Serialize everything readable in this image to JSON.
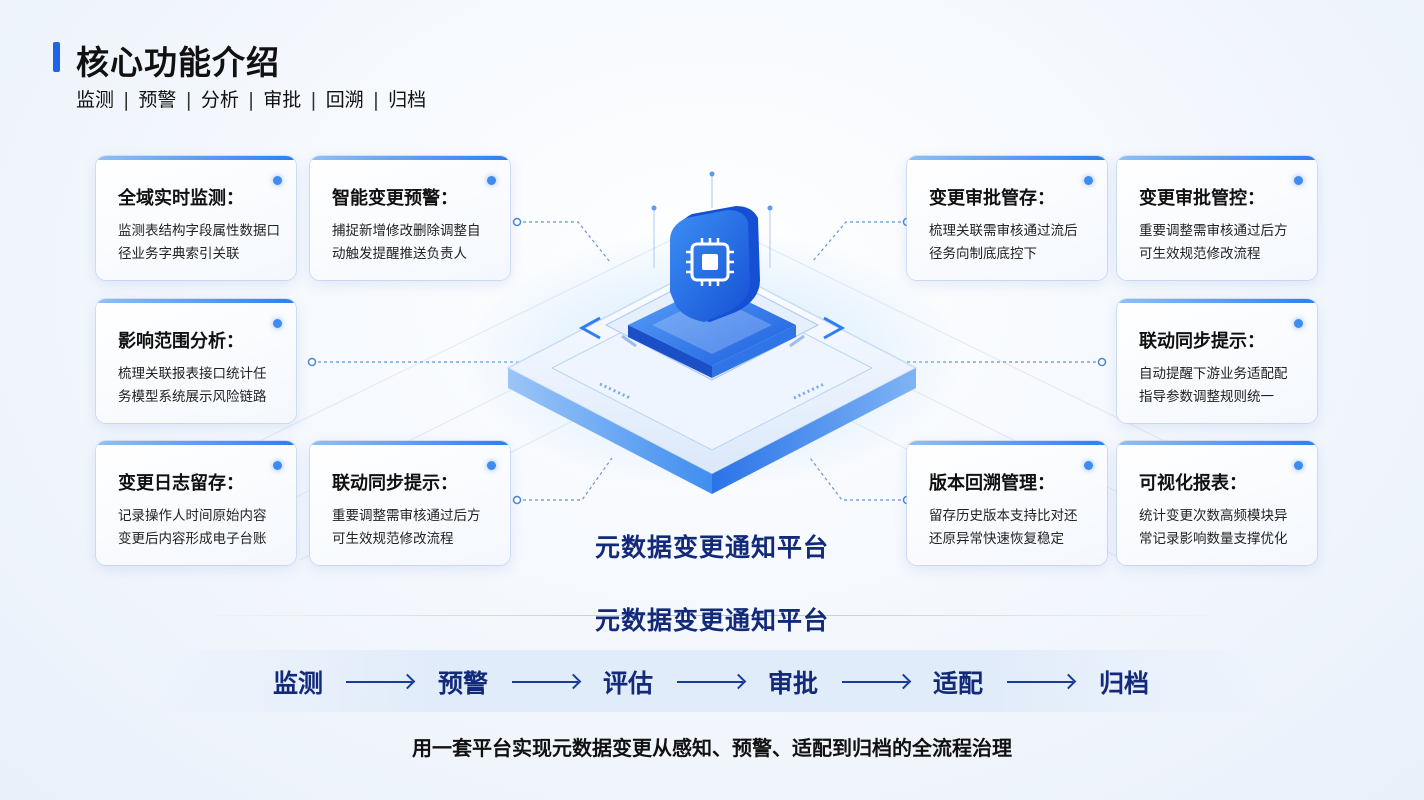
{
  "header": {
    "title": "核心功能介绍",
    "subtitle_items": [
      "监测",
      "预警",
      "分析",
      "审批",
      "回溯",
      "归档"
    ],
    "separator": "|"
  },
  "cards": [
    {
      "id": "realtime-monitor",
      "title": "全域实时监测：",
      "lines": [
        "监测表结构字段属性数据口",
        "径业务字典索引关联"
      ]
    },
    {
      "id": "smart-alert",
      "title": "智能变更预警：",
      "lines": [
        "捕捉新增修改删除调整自",
        "动触发提醒推送负责人"
      ]
    },
    {
      "id": "approval-storage",
      "title": "变更审批管存：",
      "lines": [
        "梳理关联需审核通过流后",
        "径务向制底底控下"
      ]
    },
    {
      "id": "approval-control",
      "title": "变更审批管控：",
      "lines": [
        "重要调整需审核通过后方",
        "可生效规范修改流程"
      ]
    },
    {
      "id": "impact-analysis",
      "title": "影响范围分析：",
      "lines": [
        "梳理关联报表接口统计任",
        "务模型系统展示风险链路"
      ]
    },
    {
      "id": "linkage-sync-right",
      "title": "联动同步提示：",
      "lines": [
        "自动提醒下游业务适配配",
        "指导参数调整规则统一"
      ]
    },
    {
      "id": "change-log",
      "title": "变更日志留存：",
      "lines": [
        "记录操作人时间原始内容",
        "变更后内容形成电子台账"
      ]
    },
    {
      "id": "linkage-sync-mid",
      "title": "联动同步提示：",
      "lines": [
        "重要调整需审核通过后方",
        "可生效规范修改流程"
      ]
    },
    {
      "id": "version-trace",
      "title": "版本回溯管理：",
      "lines": [
        "留存历史版本支持比对还",
        "还原异常快速恢复稳定"
      ]
    },
    {
      "id": "visual-report",
      "title": "可视化报表：",
      "lines": [
        "统计变更次数高频模块异",
        "常记录影响数量支撑优化"
      ]
    }
  ],
  "platform": {
    "label": "元数据变更通知平台",
    "section_title": "元数据变更通知平台"
  },
  "flow": {
    "steps": [
      "监测",
      "预警",
      "评估",
      "审批",
      "适配",
      "归档"
    ]
  },
  "summary": "用一套平台实现元数据变更从感知、预警、适配到归档的全流程治理",
  "colors": {
    "accent": "#1e64e6",
    "navy_text": "#13297a",
    "card_top_bar": "#2c7ff0",
    "chip_blue": "#1f6ef0"
  },
  "icons": {
    "center": "chip-shield-icon"
  }
}
